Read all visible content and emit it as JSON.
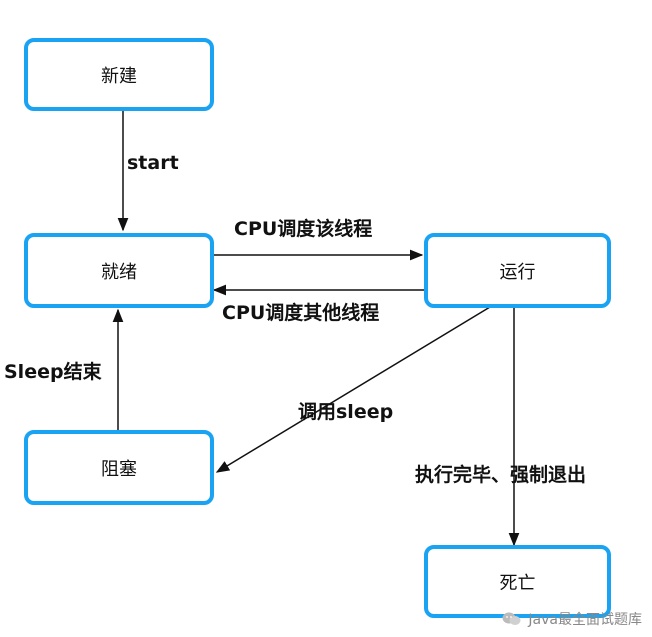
{
  "colors": {
    "node_border": "#1aa3f2",
    "arrow": "#111111",
    "text": "#111111"
  },
  "nodes": {
    "new": "新建",
    "ready": "就绪",
    "running": "运行",
    "blocked": "阻塞",
    "dead": "死亡"
  },
  "edges": {
    "start": "start",
    "schedule_this": "CPU调度该线程",
    "schedule_other": "CPU调度其他线程",
    "sleep_end": "Sleep结束",
    "call_sleep": "调用sleep",
    "finish": "执行完毕、强制退出"
  },
  "watermark": {
    "text": "Java最全面试题库",
    "icon": "chat-bubbles-icon"
  }
}
